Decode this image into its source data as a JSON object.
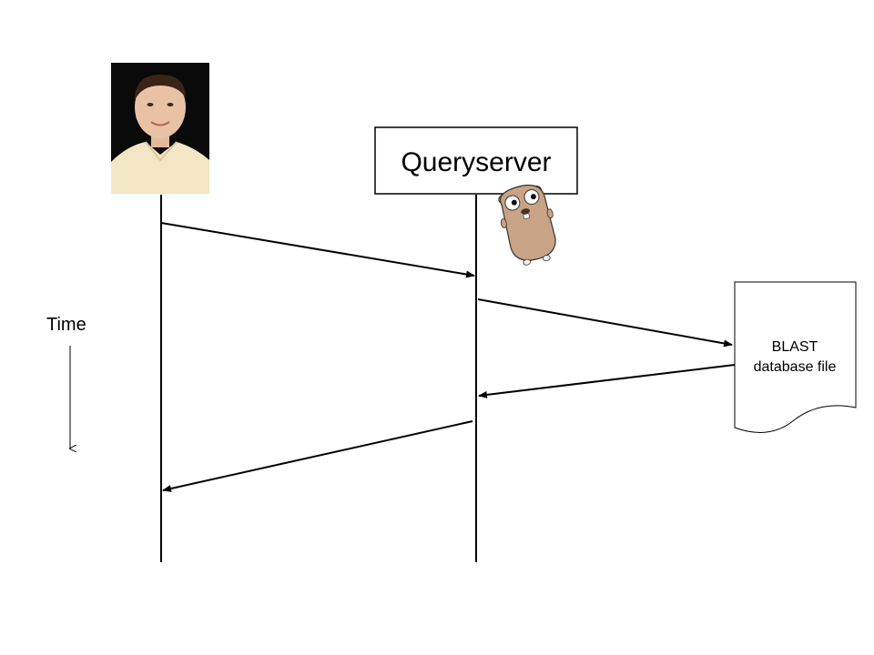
{
  "colors": {
    "line": "#000000",
    "background": "#ffffff",
    "photo_background": "#0a0a0a",
    "gopher_body": "#c9a385"
  },
  "time_label": "Time",
  "queryserver": {
    "label": "Queryserver"
  },
  "database": {
    "line1": "BLAST",
    "line2": "database file"
  },
  "icons": {
    "person": "person-photo",
    "mascot": "go-gopher-mascot",
    "file": "document-icon"
  }
}
